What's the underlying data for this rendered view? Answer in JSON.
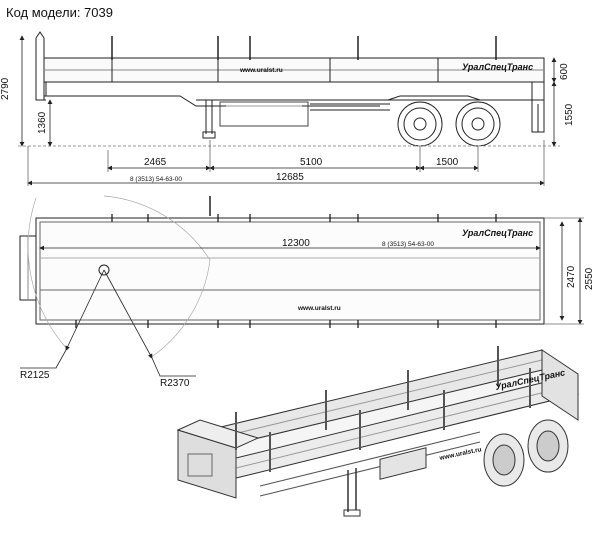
{
  "title": "Код модели: 7039",
  "brand": "УралСпецТранс",
  "url": "www.uralst.ru",
  "model_code": "8 (3513) 54-63-00",
  "dims": {
    "total_height": "2790",
    "frame_height": "1360",
    "side_height": "600",
    "wheel_height": "1550",
    "kingpin_to_support": "2465",
    "support_to_axle": "5100",
    "axle_base": "1500",
    "total_length": "12685",
    "platform_length": "12300",
    "inner_width": "2470",
    "outer_width": "2550",
    "radius_front": "R2125",
    "radius_rear": "R2370"
  },
  "colors": {
    "line": "#222222",
    "light": "#777777"
  }
}
